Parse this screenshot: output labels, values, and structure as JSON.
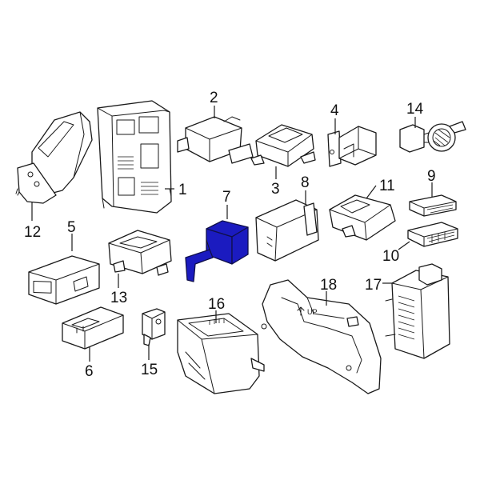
{
  "diagram": {
    "highlight_color": "#1b1bc0",
    "line_color": "#1a1a1a",
    "up_marking": "UP",
    "callouts": [
      {
        "id": "1",
        "label": "1"
      },
      {
        "id": "2",
        "label": "2"
      },
      {
        "id": "3",
        "label": "3"
      },
      {
        "id": "4",
        "label": "4"
      },
      {
        "id": "5",
        "label": "5"
      },
      {
        "id": "6",
        "label": "6"
      },
      {
        "id": "7",
        "label": "7"
      },
      {
        "id": "8",
        "label": "8"
      },
      {
        "id": "9",
        "label": "9"
      },
      {
        "id": "10",
        "label": "10"
      },
      {
        "id": "11",
        "label": "11"
      },
      {
        "id": "12",
        "label": "12"
      },
      {
        "id": "13",
        "label": "13"
      },
      {
        "id": "14",
        "label": "14"
      },
      {
        "id": "15",
        "label": "15"
      },
      {
        "id": "16",
        "label": "16"
      },
      {
        "id": "17",
        "label": "17"
      },
      {
        "id": "18",
        "label": "18"
      }
    ]
  }
}
